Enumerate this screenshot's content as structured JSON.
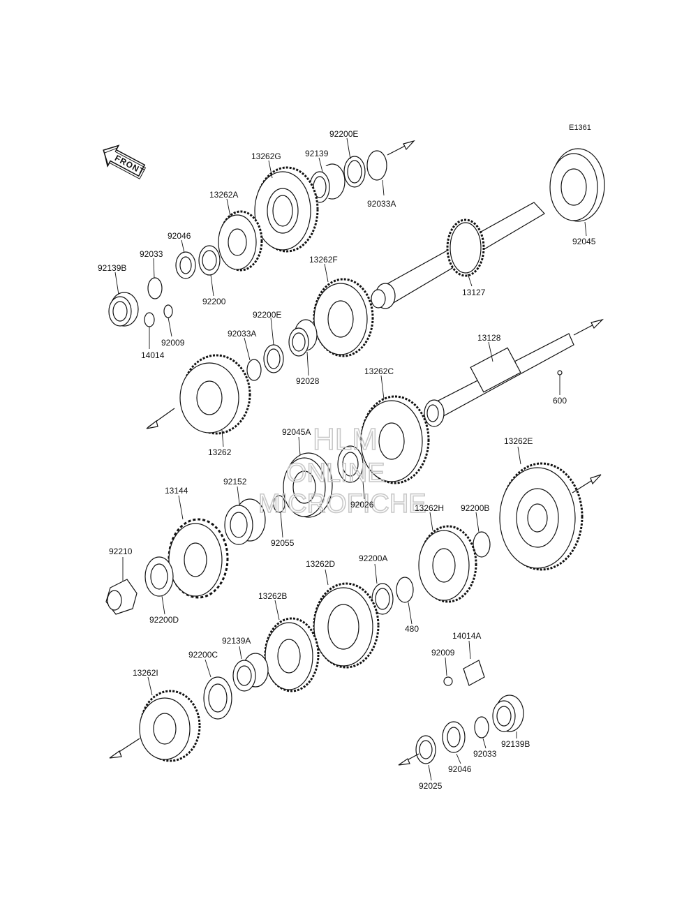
{
  "diagram": {
    "code": "E1361",
    "front_label": "FRONT",
    "watermark": [
      "HLM",
      "ONLINE",
      "MICROFICHE"
    ]
  },
  "parts": {
    "p92200E_top": "92200E",
    "p92139_top": "92139",
    "p92033A_top": "92033A",
    "p13262G": "13262G",
    "p13262A": "13262A",
    "p92046_top": "92046",
    "p92033_left": "92033",
    "p92139B_left": "92139B",
    "p92200": "92200",
    "p14014": "14014",
    "p92009_left": "92009",
    "p92045": "92045",
    "p13127": "13127",
    "p13262F": "13262F",
    "p92200E_mid": "92200E",
    "p92033A_mid": "92033A",
    "p92028": "92028",
    "p13128": "13128",
    "p600": "600",
    "p13262C": "13262C",
    "p13262": "13262",
    "p92045A": "92045A",
    "p92026": "92026",
    "p13262E": "13262E",
    "p13144": "13144",
    "p92152": "92152",
    "p92055": "92055",
    "p13262H": "13262H",
    "p92200B": "92200B",
    "p92210": "92210",
    "p92200D": "92200D",
    "p13262D": "13262D",
    "p92200A": "92200A",
    "p480": "480",
    "p13262B": "13262B",
    "p92139A": "92139A",
    "p92200C": "92200C",
    "p13262I": "13262I",
    "p14014A": "14014A",
    "p92009_right": "92009",
    "p92139B_right": "92139B",
    "p92033_right": "92033",
    "p92046_bottom": "92046",
    "p92025": "92025"
  }
}
